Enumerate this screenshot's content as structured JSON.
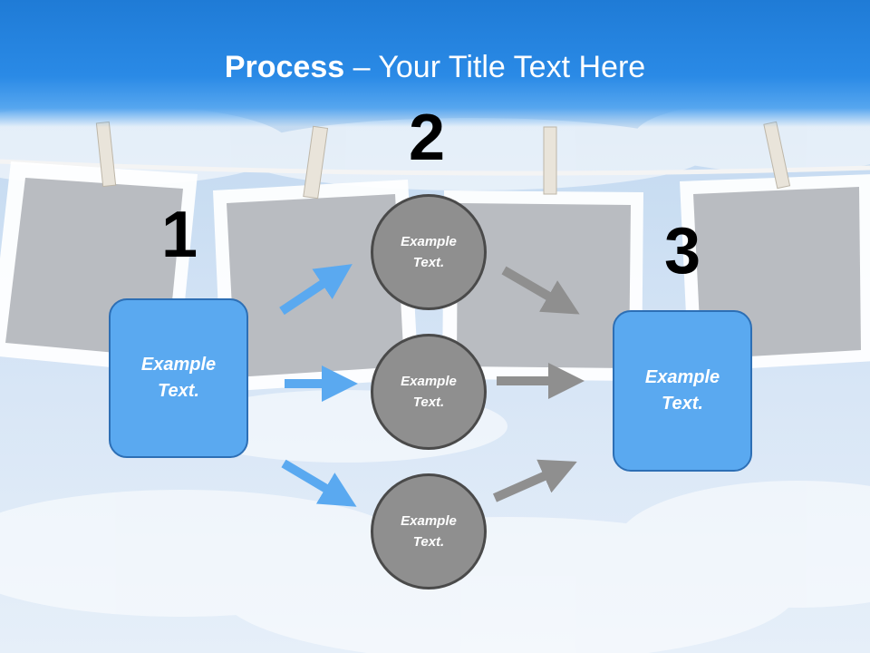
{
  "title": {
    "bold": "Process",
    "rest": " – Your Title Text Here"
  },
  "steps": [
    {
      "number": "1",
      "box_text": "Example Text."
    },
    {
      "number": "2",
      "circles": [
        "Example Text.",
        "Example Text.",
        "Example Text."
      ]
    },
    {
      "number": "3",
      "box_text": "Example Text."
    }
  ],
  "colors": {
    "header": "#2a8ae6",
    "box": "#5aa9f0",
    "circle": "#8f8f8f",
    "blue_arrow": "#5aa9f0",
    "gray_arrow": "#8f8f8f"
  }
}
